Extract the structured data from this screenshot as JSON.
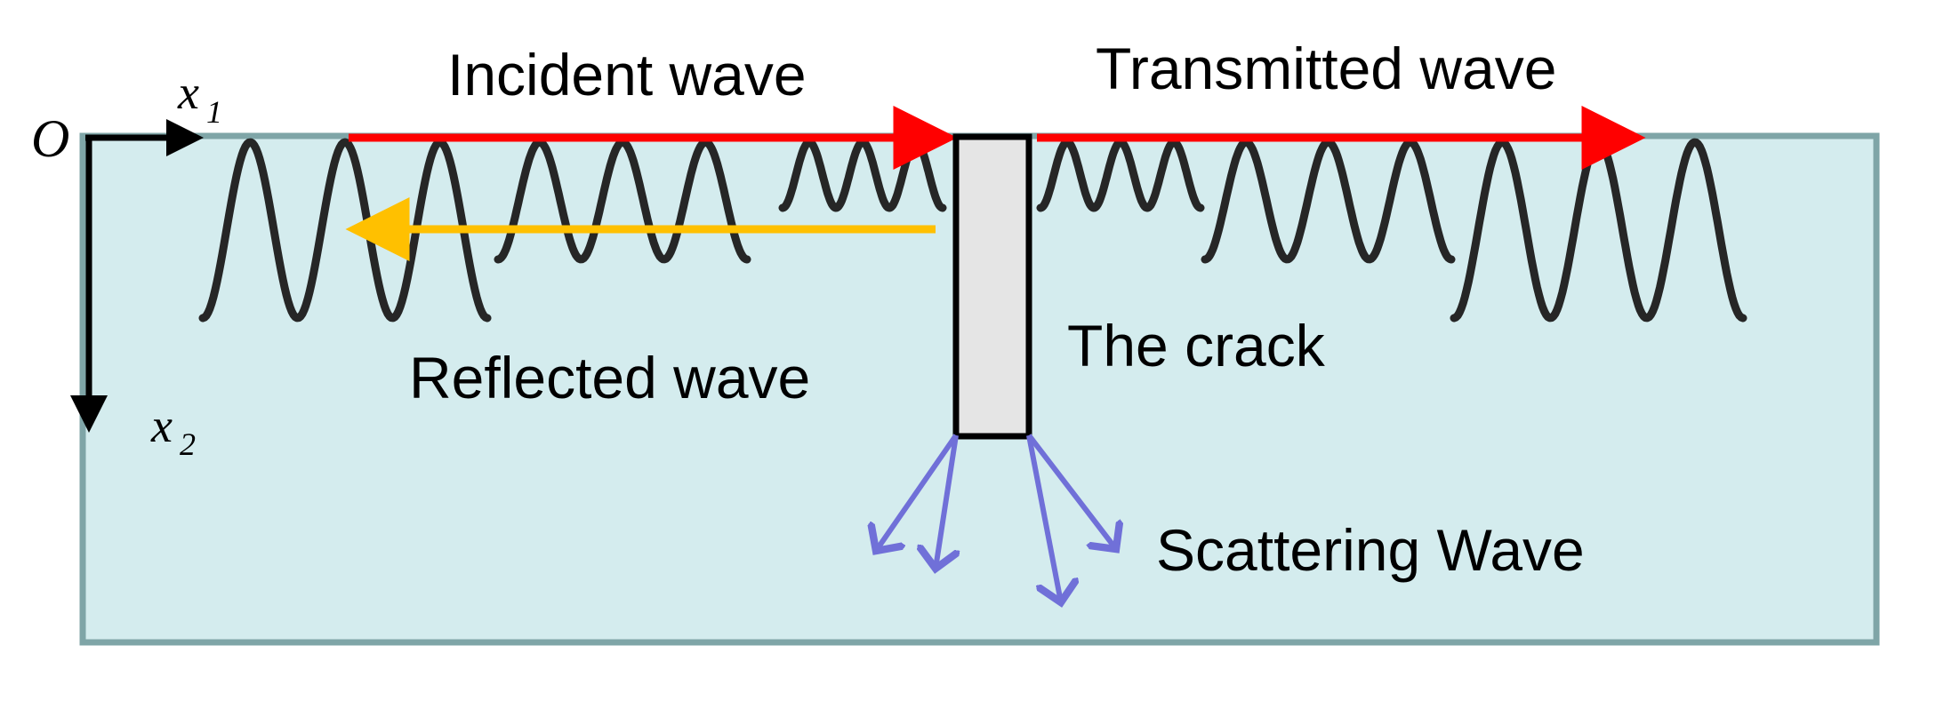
{
  "labels": {
    "origin": "O",
    "axis1": "x",
    "axis1_sub": "1",
    "axis2": "x",
    "axis2_sub": "2",
    "incident": "Incident wave",
    "transmitted": "Transmitted wave",
    "reflected": "Reflected wave",
    "crack": "The crack",
    "scattering": "Scattering Wave"
  },
  "colors": {
    "medium_fill": "#d4ecee",
    "medium_border": "#7fa5a7",
    "incident_arrow": "#ff0000",
    "transmitted_arrow": "#ff0000",
    "reflected_arrow": "#ffc000",
    "scatter_arrow": "#7070d8",
    "crack_fill": "#e5e5e5",
    "wave": "#262626"
  }
}
